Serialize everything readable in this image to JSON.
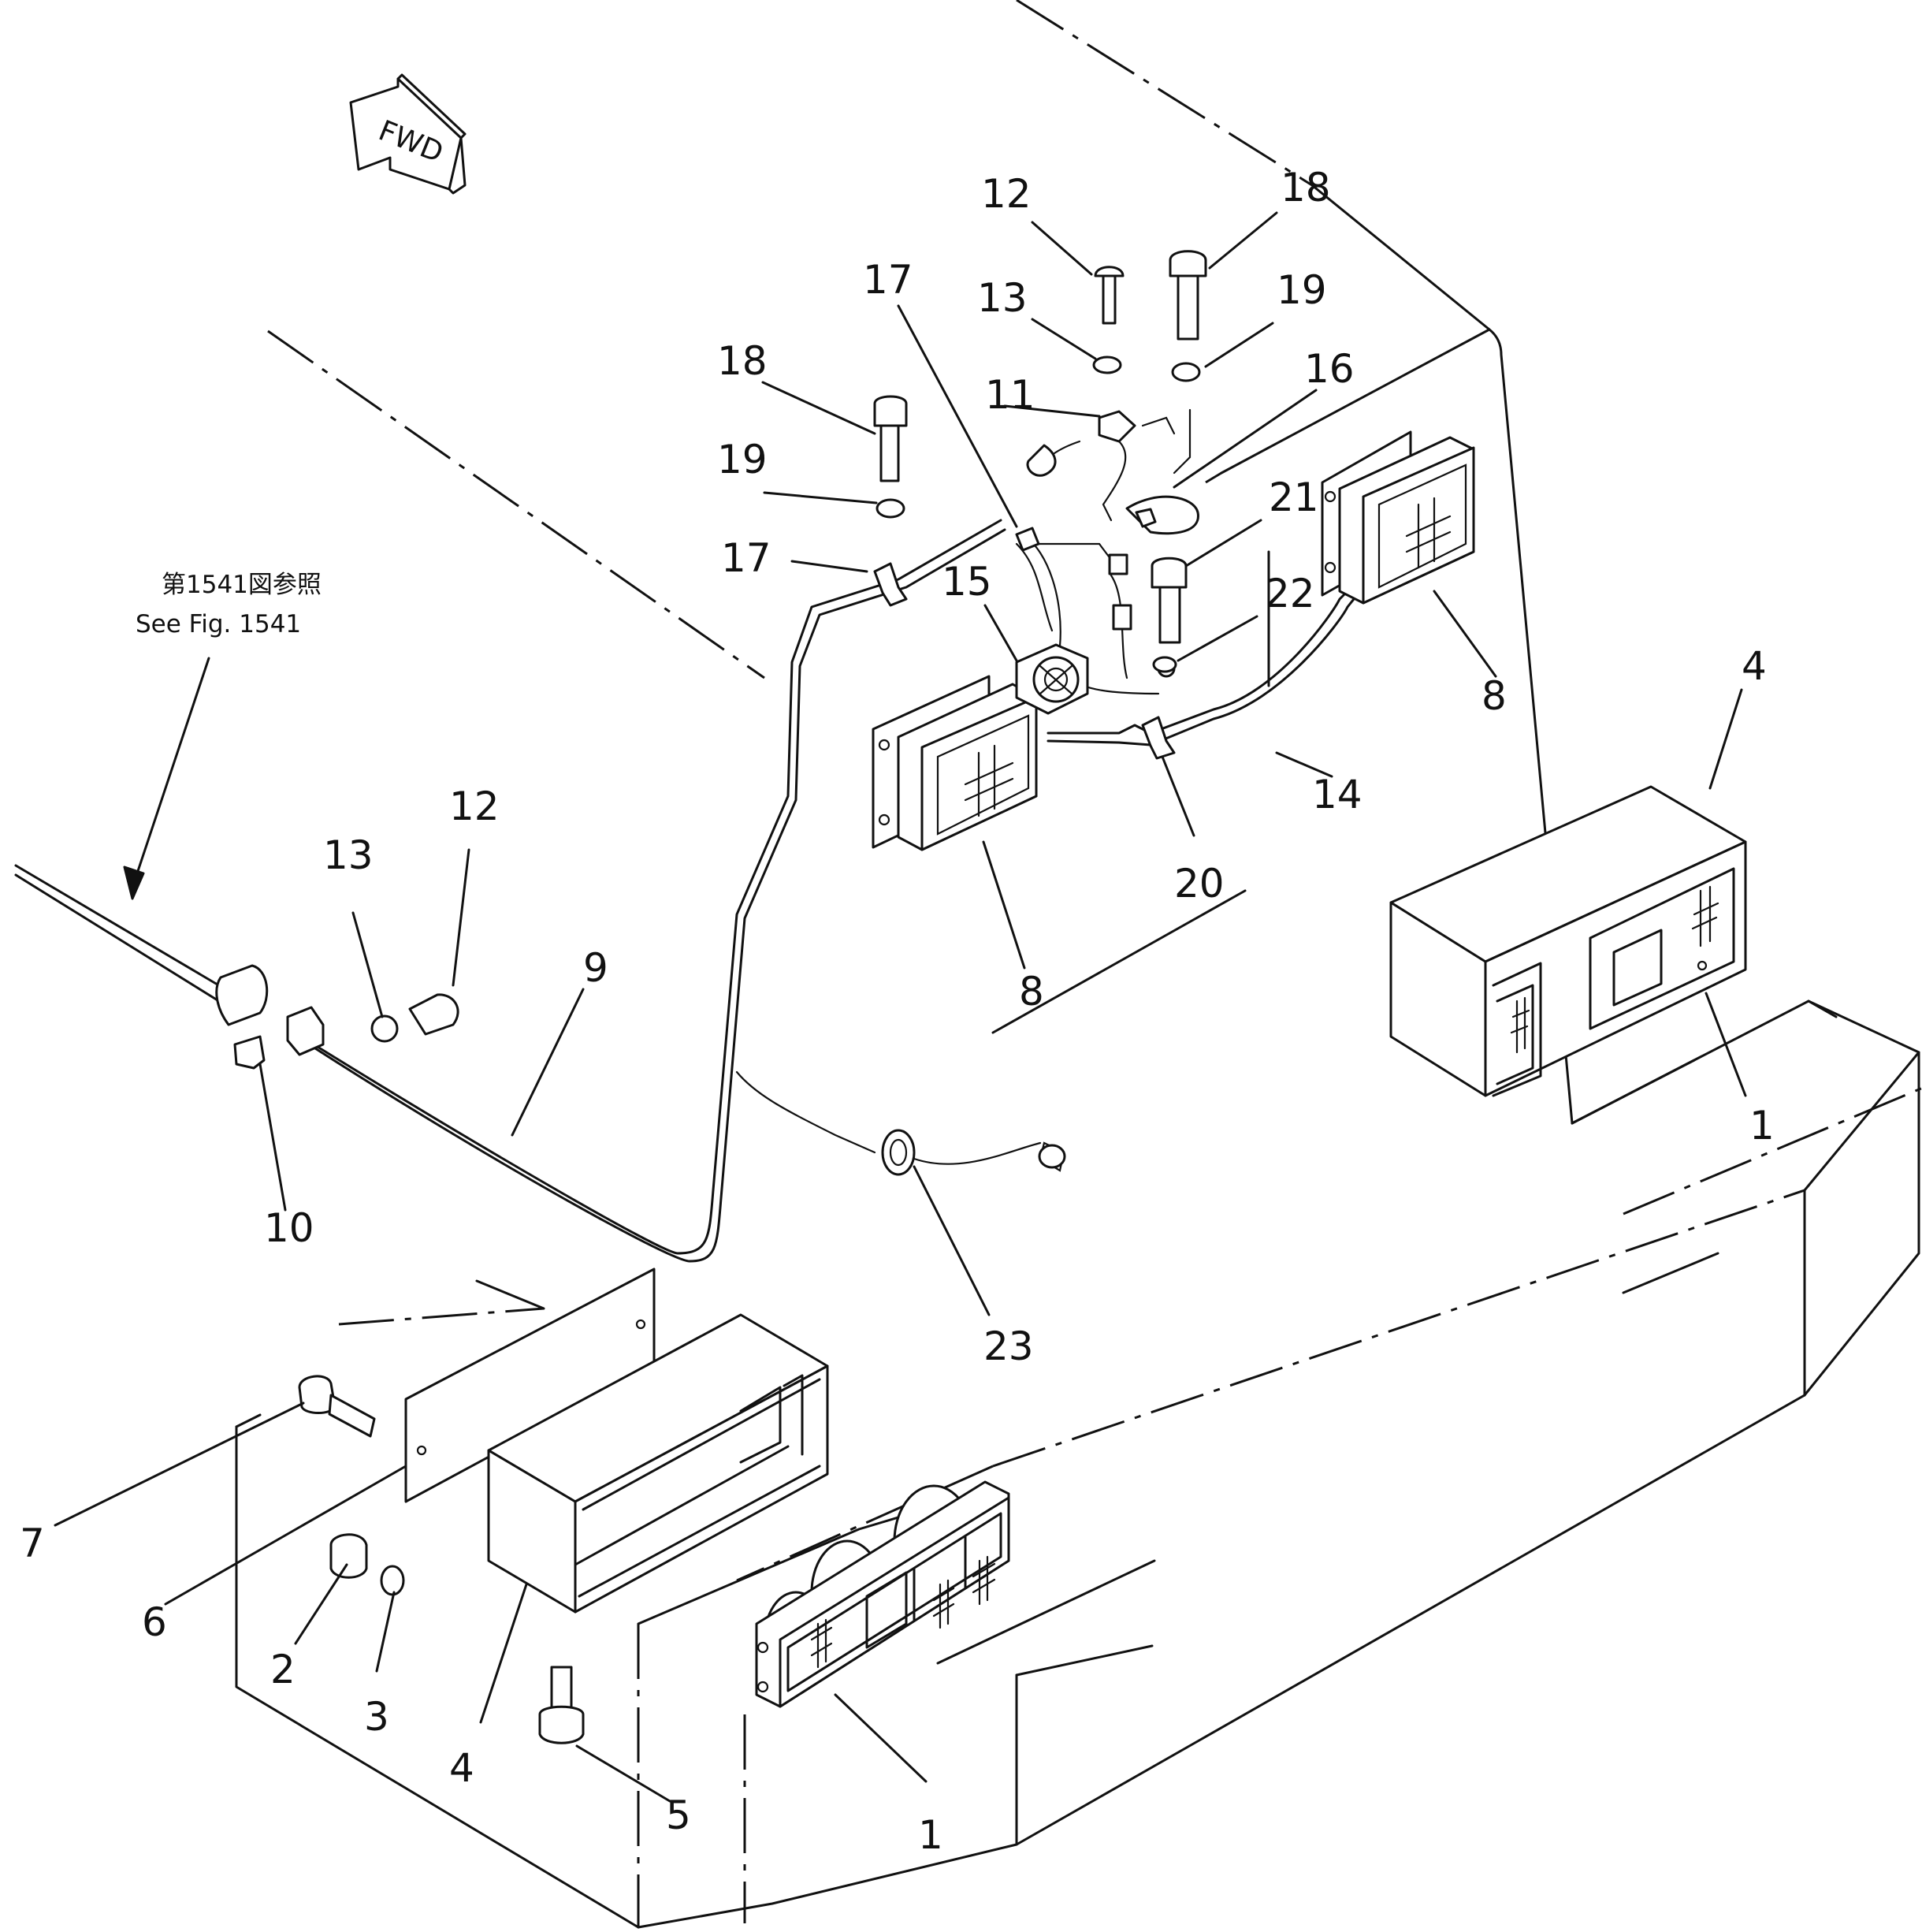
{
  "fwd_label": "FWD",
  "note": {
    "japanese": "第1541図参照",
    "english": "See Fig. 1541"
  },
  "callouts": [
    {
      "id": "c12a",
      "text": "12"
    },
    {
      "id": "c18a",
      "text": "18"
    },
    {
      "id": "c17a",
      "text": "17"
    },
    {
      "id": "c13a",
      "text": "13"
    },
    {
      "id": "c19a",
      "text": "19"
    },
    {
      "id": "c18b",
      "text": "18"
    },
    {
      "id": "c11",
      "text": "11"
    },
    {
      "id": "c16",
      "text": "16"
    },
    {
      "id": "c19b",
      "text": "19"
    },
    {
      "id": "c21",
      "text": "21"
    },
    {
      "id": "c17b",
      "text": "17"
    },
    {
      "id": "c15",
      "text": "15"
    },
    {
      "id": "c22",
      "text": "22"
    },
    {
      "id": "c8a",
      "text": "8"
    },
    {
      "id": "c4a",
      "text": "4"
    },
    {
      "id": "c14",
      "text": "14"
    },
    {
      "id": "c20",
      "text": "20"
    },
    {
      "id": "c8b",
      "text": "8"
    },
    {
      "id": "c12b",
      "text": "12"
    },
    {
      "id": "c13b",
      "text": "13"
    },
    {
      "id": "c9",
      "text": "9"
    },
    {
      "id": "c1a",
      "text": "1"
    },
    {
      "id": "c10",
      "text": "10"
    },
    {
      "id": "c23",
      "text": "23"
    },
    {
      "id": "c7",
      "text": "7"
    },
    {
      "id": "c6",
      "text": "6"
    },
    {
      "id": "c2",
      "text": "2"
    },
    {
      "id": "c3",
      "text": "3"
    },
    {
      "id": "c4b",
      "text": "4"
    },
    {
      "id": "c5",
      "text": "5"
    },
    {
      "id": "c1b",
      "text": "1"
    }
  ]
}
